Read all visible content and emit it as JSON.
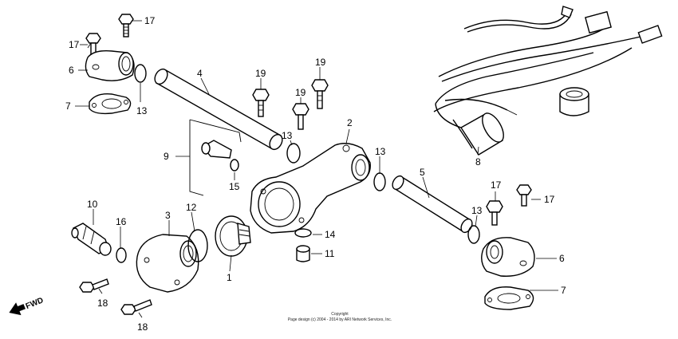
{
  "callouts": {
    "c1": "1",
    "c2": "2",
    "c3": "3",
    "c4": "4",
    "c5": "5",
    "c6a": "6",
    "c6b": "6",
    "c7a": "7",
    "c7b": "7",
    "c8": "8",
    "c9": "9",
    "c10": "10",
    "c11": "11",
    "c12": "12",
    "c13a": "13",
    "c13b": "13",
    "c13c": "13",
    "c13d": "13",
    "c14": "14",
    "c15": "15",
    "c16": "16",
    "c17a": "17",
    "c17b": "17",
    "c17c": "17",
    "c17d": "17",
    "c18a": "18",
    "c18b": "18",
    "c19a": "19",
    "c19b": "19",
    "c19c": "19"
  },
  "fwd_label": "FWD",
  "copyright": {
    "line1": "Copyright",
    "line2": "Page design (c) 2004 - 2014 by ARI Network Services, Inc."
  }
}
